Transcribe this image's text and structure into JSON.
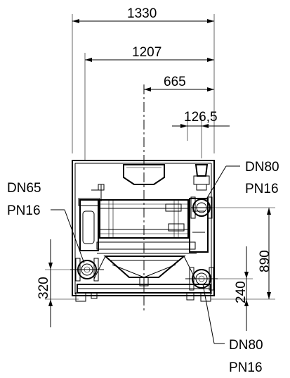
{
  "dimensions": {
    "overall_width": "1330",
    "frame_width": "1207",
    "center_offset": "665",
    "top_connection_offset": "126,5",
    "overall_height_connection": "890",
    "left_connection_height": "320",
    "bottom_connection_height": "240"
  },
  "connections": {
    "left": {
      "dn": "DN65",
      "pn": "PN16"
    },
    "top_right": {
      "dn": "DN80",
      "pn": "PN16"
    },
    "bottom_right": {
      "dn": "DN80",
      "pn": "PN16"
    }
  }
}
